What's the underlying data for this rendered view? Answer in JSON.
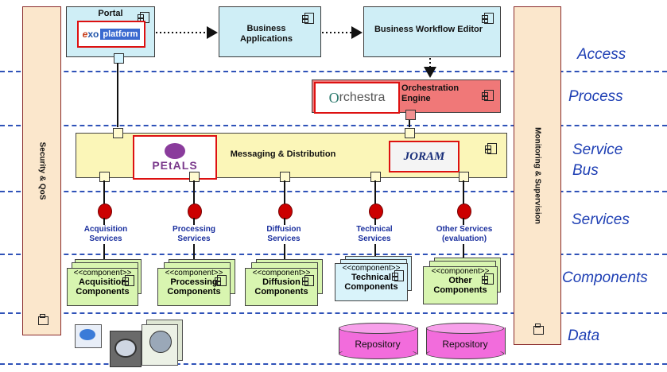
{
  "layers": [
    "Access",
    "Process",
    "Service Bus",
    "Services",
    "Components",
    "Data"
  ],
  "left_bar": {
    "label": "Security & QoS"
  },
  "right_bar": {
    "label": "Monitoring & Supervision"
  },
  "portal": {
    "title": "Portal",
    "logo": "exo platform"
  },
  "business_apps": {
    "title": "Business Applications"
  },
  "workflow_editor": {
    "title": "Business Workflow Editor"
  },
  "orchestration": {
    "title": "Orchestration Engine",
    "logo": "Orchestra"
  },
  "bus": {
    "title": "Messaging & Distribution",
    "logo_left": "PEtALS",
    "logo_right": "JORAM"
  },
  "services": [
    "Acquisition Services",
    "Processing Services",
    "Diffusion Services",
    "Technical Services",
    "Other Services (evaluation)"
  ],
  "components": {
    "stereotype": "<<component>>",
    "items": [
      "Acquisition Components",
      "Processing Components",
      "Diffusion Components",
      "Technical Components",
      "Other Components"
    ]
  },
  "repositories": [
    "Repository",
    "Repository"
  ],
  "colors": {
    "layer_text": "#1e3fb4",
    "dash_line": "#2f52b8",
    "bar_fill": "#fbe7cc",
    "box_blue": "#cfeef6",
    "orchestration": "#f07878",
    "bus": "#fbf6b8",
    "component_green": "#d8f5b0",
    "component_blue": "#d9f3fa",
    "repository": "#f26cdc",
    "lollipop": "#cc0000"
  }
}
